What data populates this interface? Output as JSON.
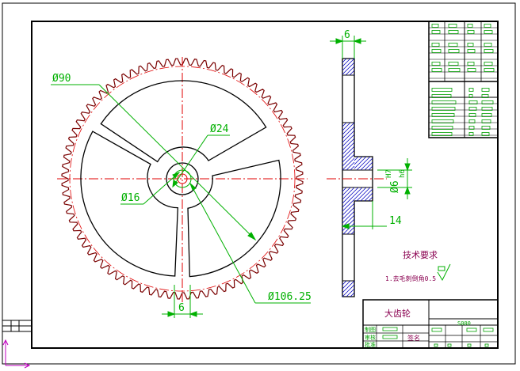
{
  "colors": {
    "outline": "#000000",
    "dimension": "#00b000",
    "centerline": "#e00000",
    "teeth": "#7a0000",
    "hatch": "#0000c0",
    "table_text": "#00a000",
    "title_text": "#8a0050",
    "origin_axis": "#c000c0"
  },
  "main_view": {
    "dims": {
      "outer_dia": "Ø90",
      "hub_dia": "Ø24",
      "bore_dia": "Ø16",
      "pitch_dia": "Ø106.25",
      "spoke_width": "6"
    }
  },
  "side_view": {
    "dims": {
      "rim_width": "6",
      "hub_width": "14",
      "bore_fit": "Ø6",
      "bore_tol_top": "H7",
      "bore_tol_bottom": "h6"
    }
  },
  "notes": {
    "heading": "技术要求",
    "item_1": "1.去毛刺倒角0.5"
  },
  "title_block": {
    "part_name": "大齿轮",
    "code": "S000",
    "row_a": "制图",
    "row_b": "审核",
    "row_c": "批准",
    "signature": "签名"
  }
}
